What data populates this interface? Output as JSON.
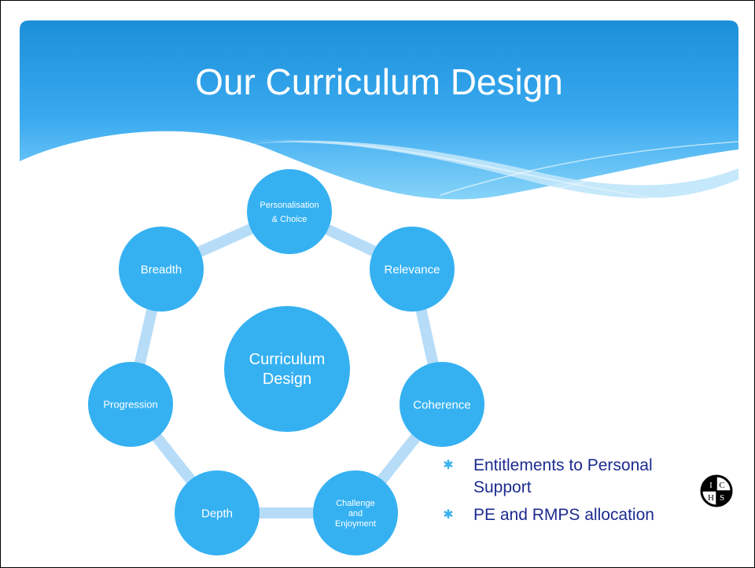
{
  "slide": {
    "title": "Our Curriculum Design"
  },
  "diagram": {
    "center": {
      "line1": "Curriculum",
      "line2": "Design"
    },
    "nodes": [
      {
        "key": "personalisation",
        "lines": [
          "Personalisation",
          "& Choice"
        ]
      },
      {
        "key": "relevance",
        "lines": [
          "Relevance"
        ]
      },
      {
        "key": "coherence",
        "lines": [
          "Coherence"
        ]
      },
      {
        "key": "challenge",
        "lines": [
          "Challenge",
          "and",
          "Enjoyment"
        ]
      },
      {
        "key": "depth",
        "lines": [
          "Depth"
        ]
      },
      {
        "key": "progression",
        "lines": [
          "Progression"
        ]
      },
      {
        "key": "breadth",
        "lines": [
          "Breadth"
        ]
      }
    ]
  },
  "bullets": [
    {
      "line1": "Entitlements to Personal",
      "line2": "Support"
    },
    {
      "line1": "PE and RMPS allocation",
      "line2": ""
    }
  ],
  "logo": {
    "letters": [
      "I",
      "C",
      "H",
      "S"
    ]
  },
  "colors": {
    "header_top": "#1a8fd6",
    "header_bottom": "#7fd0f7",
    "node_fill": "#35b1f2",
    "ring": "#b6dcf8",
    "bullet_text": "#1c2b8f",
    "bullet_marker": "#38b1ee"
  },
  "icons": {
    "bullet_marker": "asterisk-icon",
    "logo": "school-crest-icon"
  }
}
